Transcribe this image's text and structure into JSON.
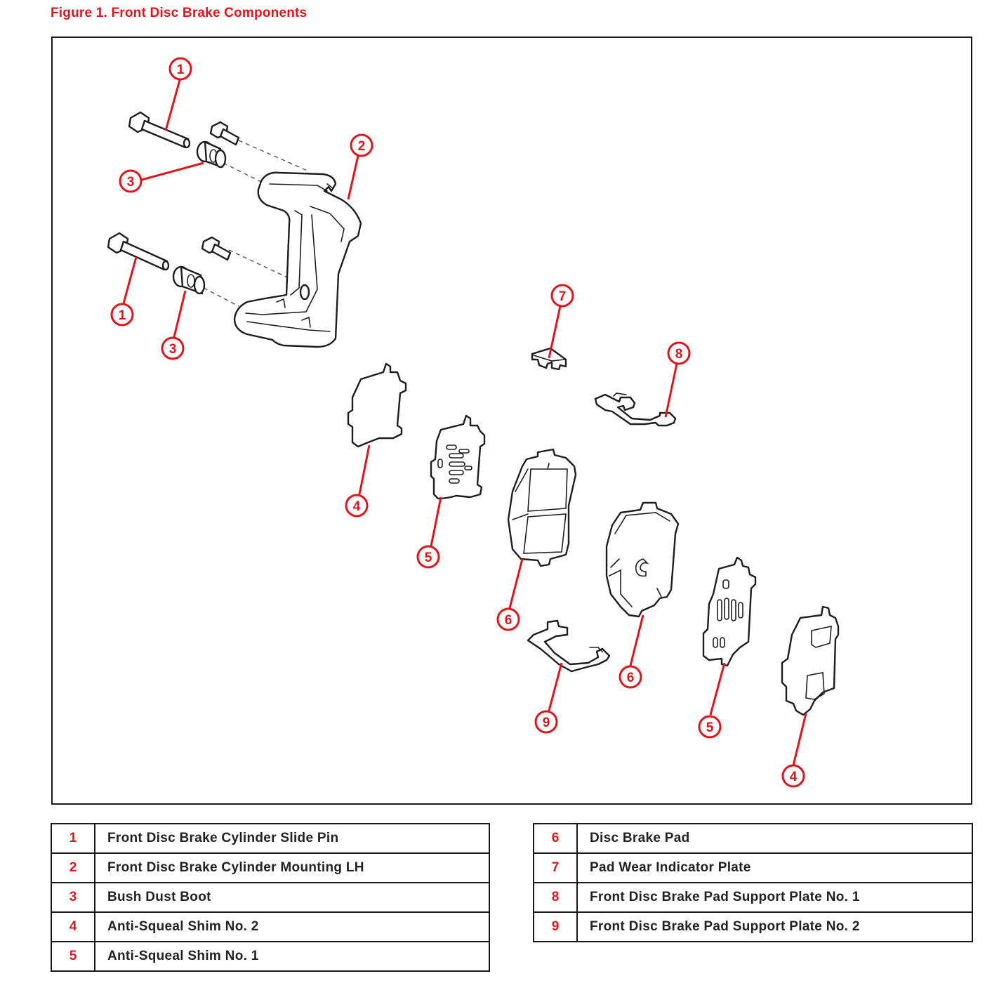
{
  "figure": {
    "title": "Figure 1.  Front Disc Brake Components"
  },
  "colors": {
    "accent": "#e0151b",
    "line": "#1a1a1a"
  },
  "callouts": [
    "1",
    "2",
    "3",
    "1",
    "3",
    "7",
    "8",
    "4",
    "5",
    "6",
    "6",
    "5",
    "4",
    "9"
  ],
  "legend": {
    "left": [
      {
        "num": "1",
        "name": "Front Disc Brake Cylinder Slide Pin"
      },
      {
        "num": "2",
        "name": "Front Disc Brake Cylinder Mounting LH"
      },
      {
        "num": "3",
        "name": "Bush Dust Boot"
      },
      {
        "num": "4",
        "name": "Anti-Squeal Shim No. 2"
      },
      {
        "num": "5",
        "name": "Anti-Squeal Shim No. 1"
      }
    ],
    "right": [
      {
        "num": "6",
        "name": "Disc Brake Pad"
      },
      {
        "num": "7",
        "name": "Pad Wear Indicator Plate"
      },
      {
        "num": "8",
        "name": "Front Disc Brake Pad Support Plate No. 1"
      },
      {
        "num": "9",
        "name": "Front Disc Brake Pad Support Plate No. 2"
      }
    ]
  }
}
